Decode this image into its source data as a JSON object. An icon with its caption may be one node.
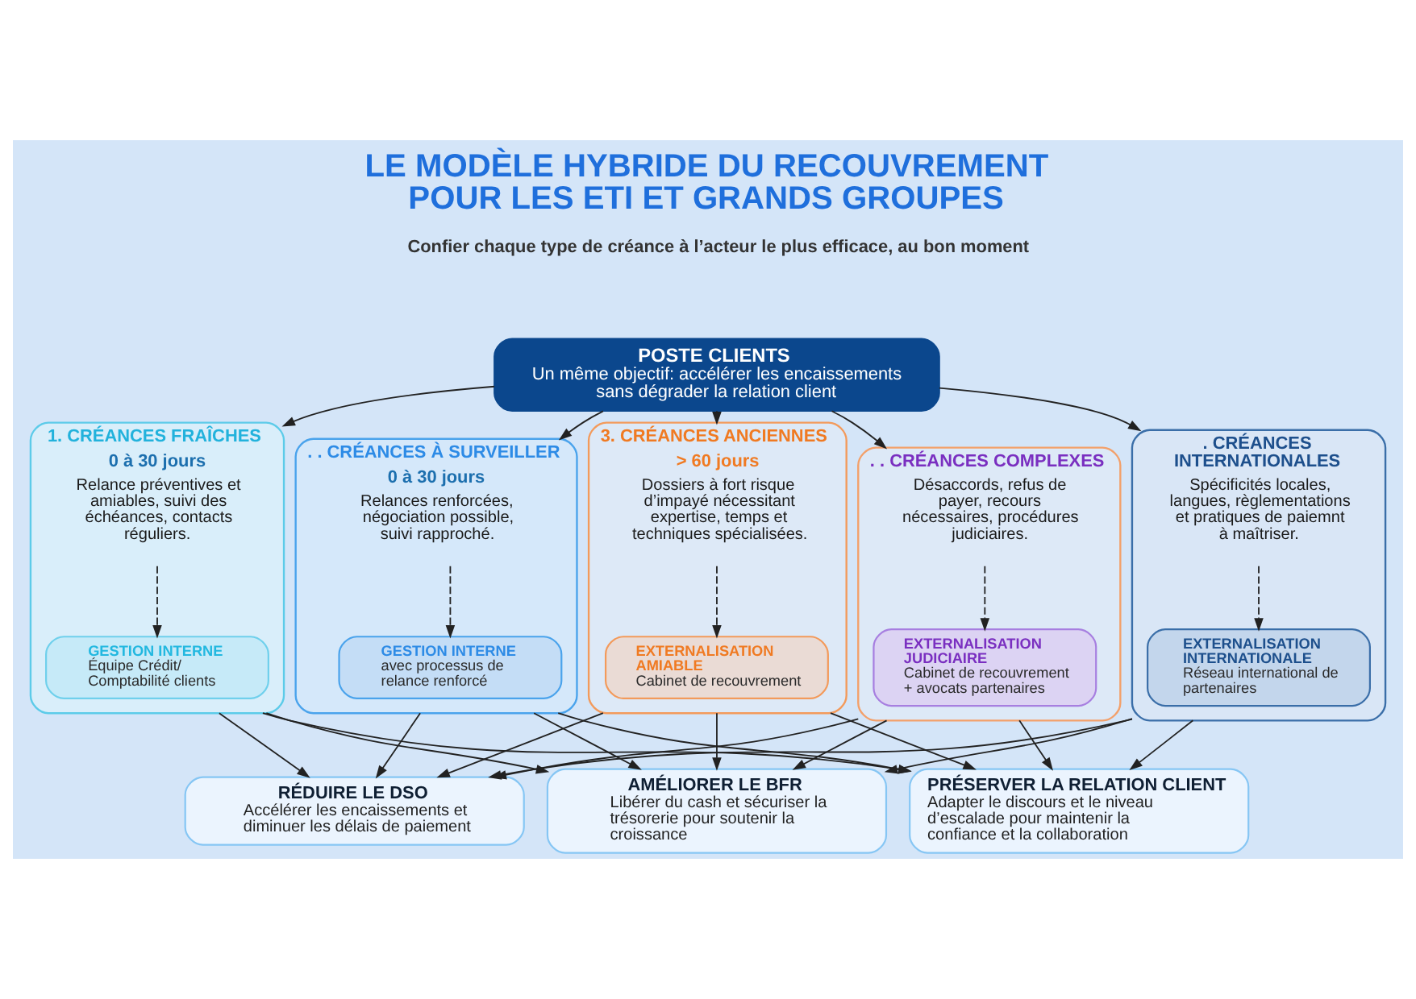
{
  "diagram": {
    "title": "LE MODÈLE HYBRIDE DU RECOUVREMENT POUR LES ETI ET GRANDS GROUPES",
    "nodes": [
      {
        "text": [
          "POSTE CLIENTS",
          "Un même objectif: accélérer les encaissements sans dégrader la relation client"
        ]
      },
      {
        "text": [
          "1. CRÉANCES FRAÎCHES",
          "0 à 30 jours",
          "Relance préventives et amiables, suivi des échéances, contacts réguliers."
        ]
      },
      {
        "text": [
          "GESTION INTERNE",
          "Équipe Crédit/ Comptabilité clients"
        ],
        "in": 1
      },
      {
        "text": [
          ". . CRÉANCES À SURVEILLER",
          "0 à 30 jours",
          "Relances renforcées, négociation possible, suivi rapproché."
        ]
      },
      {
        "text": [
          "GESTION INTERNE",
          "avec processus de relance renforcé"
        ],
        "in": 3
      },
      {
        "text": [
          "3. CRÉANCES ANCIENNES",
          "> 60 jours",
          "Dossiers à fort risque d’impayé nécessitant expertise, temps et techniques spécialisées."
        ]
      },
      {
        "text": [
          "EXTERNALISATION AMIABLE",
          "Cabinet de recouvrement"
        ],
        "in": 5
      },
      {
        "text": [
          ". . CRÉANCES COMPLEXES",
          "Désaccords, refus de payer, recours nécessaires, procédures judiciaires."
        ]
      },
      {
        "text": [
          "EXTERNALISATION JUDICIAIRE",
          "Cabinet de recouvrement + avocats partenaires"
        ],
        "in": 7
      },
      {
        "text": [
          ". CRÉANCES INTERNATIONALES",
          "Spécificités locales, langues, règlementations et pratiques de paiemnt à maîtriser."
        ]
      },
      {
        "text": [
          "EXTERNALISATION INTERNATIONALE",
          "Réseau international de partenaires"
        ],
        "in": 9
      },
      {
        "text": [
          "RÉDUIRE LE DSO",
          "Accélérer les encaissements et diminuer les délais de paiement"
        ]
      },
      {
        "text": [
          "AMÉLIORER LE BFR",
          "Libérer du cash et sécuriser la trésorerie pour soutenir la croissance"
        ]
      },
      {
        "text": [
          "PRÉSERVER LA RELATION CLIENT",
          "Adapter le discours et le niveau d’escalade pour maintenir la confiance et la collaboration"
        ]
      }
    ],
    "edges": [
      {
        "from": 0,
        "to": 1,
        "arrow": "to"
      },
      {
        "from": 0,
        "to": 3,
        "arrow": "to"
      },
      {
        "from": 0,
        "to": 5,
        "arrow": "to"
      },
      {
        "from": 0,
        "to": 7,
        "arrow": "to"
      },
      {
        "from": 0,
        "to": 9,
        "arrow": "to"
      },
      {
        "from": 1,
        "to": 2,
        "arrow": "to",
        "style": "dashed"
      },
      {
        "from": 3,
        "to": 4,
        "arrow": "to",
        "style": "dashed"
      },
      {
        "from": 5,
        "to": 6,
        "arrow": "to",
        "style": "dashed"
      },
      {
        "from": 7,
        "to": 8,
        "arrow": "to",
        "style": "dashed"
      },
      {
        "from": 9,
        "to": 10,
        "arrow": "to",
        "style": "dashed"
      },
      {
        "from": 1,
        "to": 11,
        "arrow": "to"
      },
      {
        "from": 1,
        "to": 12,
        "arrow": "to"
      },
      {
        "from": 1,
        "to": 13,
        "arrow": "to"
      },
      {
        "from": 3,
        "to": 11,
        "arrow": "to"
      },
      {
        "from": 3,
        "to": 12,
        "arrow": "to"
      },
      {
        "from": 3,
        "to": 13,
        "arrow": "to"
      },
      {
        "from": 5,
        "to": 11,
        "arrow": "to"
      },
      {
        "from": 5,
        "to": 12,
        "arrow": "to"
      },
      {
        "from": 5,
        "to": 13,
        "arrow": "to"
      },
      {
        "from": 7,
        "to": 11,
        "arrow": "to"
      },
      {
        "from": 7,
        "to": 12,
        "arrow": "to"
      },
      {
        "from": 7,
        "to": 13,
        "arrow": "to"
      },
      {
        "from": 9,
        "to": 11,
        "arrow": "to"
      },
      {
        "from": 9,
        "to": 12,
        "arrow": "to"
      },
      {
        "from": 9,
        "to": 13,
        "arrow": "to"
      }
    ],
    "labels": [
      "Confier chaque type de créance à l’acteur le plus efficace, au bon moment"
    ]
  }
}
